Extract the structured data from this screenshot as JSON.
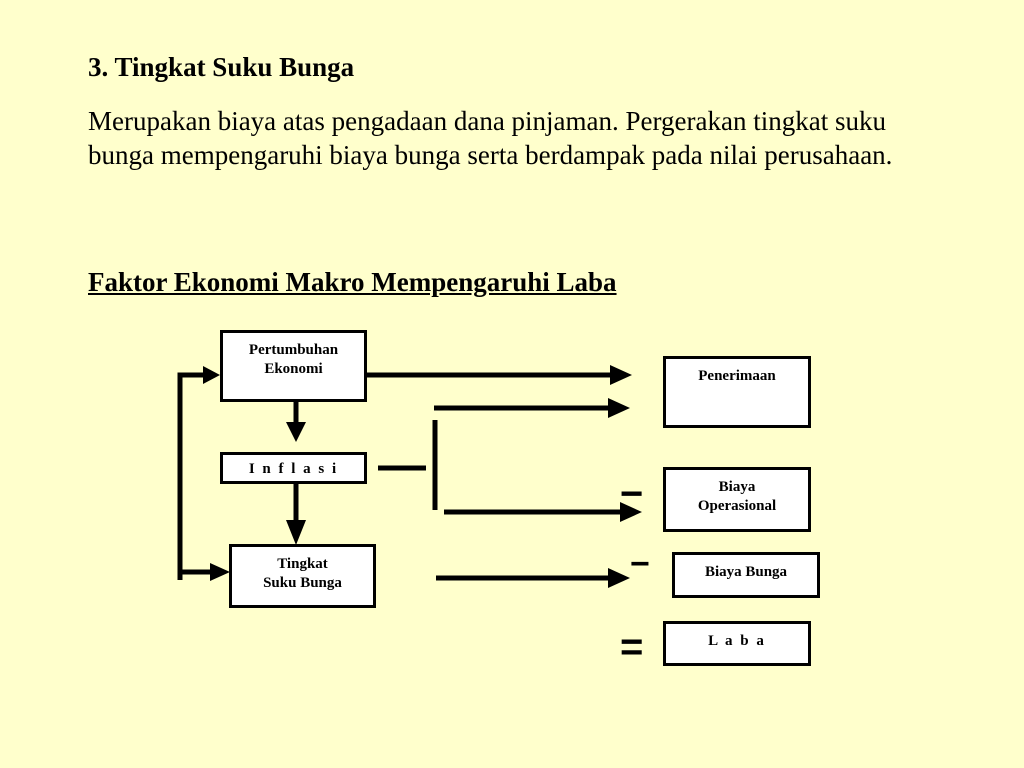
{
  "slide": {
    "heading": "3. Tingkat Suku Bunga",
    "paragraph": "Merupakan biaya atas pengadaan dana pinjaman. Pergerakan tingkat suku bunga mempengaruhi biaya bunga serta berdampak pada nilai perusahaan.",
    "subtitle": "Faktor Ekonomi  Makro Mempengaruhi Laba"
  },
  "diagram": {
    "pertumbuhan_line1": "Pertumbuhan",
    "pertumbuhan_line2": "Ekonomi",
    "inflasi": "I n f l a s i",
    "tingkat_line1": "Tingkat",
    "tingkat_line2": "Suku Bunga",
    "penerimaan": "Penerimaan",
    "biaya_op_line1": "Biaya",
    "biaya_op_line2": "Operasional",
    "biaya_bunga": "Biaya Bunga",
    "laba": "L a b a",
    "minus_sign": "−",
    "equals_sign": "="
  }
}
